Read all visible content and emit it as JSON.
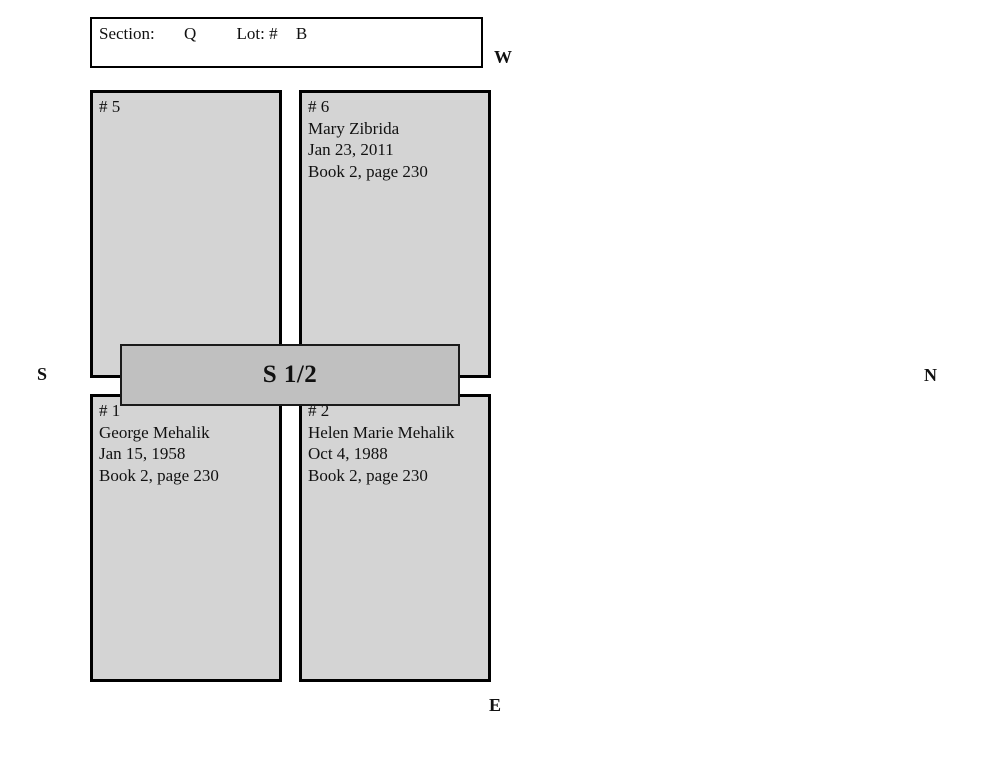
{
  "header": {
    "section_label": "Section:",
    "section_value": "Q",
    "lot_label": "Lot: #",
    "lot_value": "B"
  },
  "compass": {
    "west": "W",
    "south": "S",
    "north": "N",
    "east": "E"
  },
  "divider": {
    "label": "S 1/2"
  },
  "plots": [
    {
      "number": "# 5",
      "name": "",
      "date": "",
      "book": ""
    },
    {
      "number": "# 6",
      "name": "Mary Zibrida",
      "date": "Jan 23, 2011",
      "book": "Book 2, page 230"
    },
    {
      "number": "# 1",
      "name": "George Mehalik",
      "date": "Jan 15, 1958",
      "book": "Book 2, page 230"
    },
    {
      "number": "# 2",
      "name": "Helen Marie Mehalik",
      "date": "Oct 4, 1988",
      "book": "Book 2, page 230"
    }
  ],
  "colors": {
    "background": "#ffffff",
    "plot_fill": "#d4d4d4",
    "divider_fill": "#c0c0c0",
    "border": "#000000"
  }
}
